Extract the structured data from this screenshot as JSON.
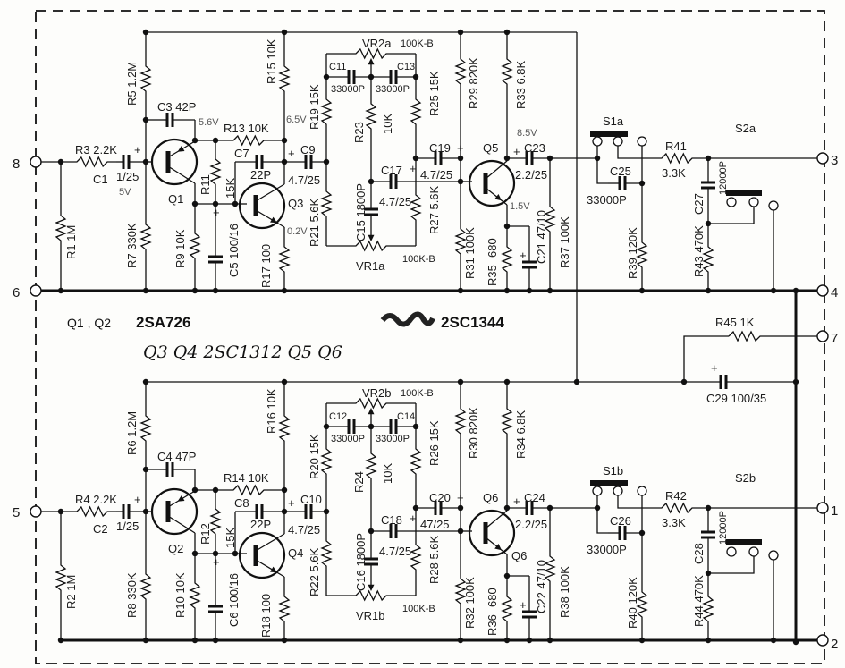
{
  "terminals": {
    "t8": "8",
    "t6": "6",
    "t5": "5",
    "t3": "3",
    "t4": "4",
    "t7": "7",
    "t1": "1",
    "t2": "2"
  },
  "notes": {
    "q1q2": "Q1 , Q2",
    "q1q2_type": "2SA726",
    "q5q6_type": "2SC1344",
    "handwritten": "Q3 Q4 2SC1312 Q5 Q6"
  },
  "shared": {
    "R45": "R45 1K",
    "C29": "C29 100/35",
    "plus": "+"
  },
  "voltages_a": {
    "v_c1": "5V",
    "v_q1e": "5.6V",
    "v_q3c": "6.5V",
    "v_q3e": "0.2V",
    "v_q5c": "8.5V",
    "v_q5e": "1.5V"
  },
  "channel_a": {
    "R3": "R3 2.2K",
    "C1": "C1",
    "C1_val": "1/25",
    "R1": "R1 1M",
    "R5": "R5 1.2M",
    "C3": "C3 42P",
    "Q1": "Q1",
    "R13": "R13 10K",
    "R11": "R11",
    "R11_val": "15K",
    "R7": "R7 330K",
    "R9": "R9 10K",
    "C5": "C5 100/16",
    "C7": "C7",
    "C7_val": "22P",
    "Q3": "Q3",
    "R15": "R15 10K",
    "R17": "R17 100",
    "C9": "C9",
    "C9_val": "4.7/25",
    "R19": "R19 15K",
    "R21": "R21 5.6K",
    "C11": "C11",
    "C11_val": "33000P",
    "C13": "C13",
    "C13_val": "33000P",
    "VR2": "VR2a",
    "VR2_val": "100K-B",
    "R23": "R23",
    "R23_val": "10K",
    "C17": "C17",
    "C17_val": "4.7/25",
    "C15": "C15 1800P",
    "VR1": "VR1a",
    "VR1_val": "100K-B",
    "R25": "R25 15K",
    "R27": "R27 5.6K",
    "C19": "C19",
    "C19_val": "4.7/25",
    "Q5": "Q5",
    "R29": "R29 820K",
    "R33": "R33 6.8K",
    "C23": "C23",
    "C23_val": "2.2/25",
    "R31": "R31 100K",
    "R35": "R35",
    "R35_val": "680",
    "C21": "C21 47/10",
    "R37": "R37 100K",
    "S1": "S1a",
    "C25": "C25",
    "C25_val": "33000P",
    "R39": "R39 120K",
    "R41": "R41",
    "R41_val": "3.3K",
    "C27": "C27",
    "C27_val": "12000P",
    "R43": "R43 470K",
    "S2": "S2a",
    "plus": "+"
  },
  "channel_b": {
    "R3": "R4 2.2K",
    "C1": "C2",
    "C1_val": "1/25",
    "R1": "R2 1M",
    "R5": "R6 1.2M",
    "C3": "C4 47P",
    "Q1": "Q2",
    "R13": "R14 10K",
    "R11": "R12",
    "R11_val": "15K",
    "R7": "R8 330K",
    "R9": "R10 10K",
    "C5": "C6 100/16",
    "C7": "C8",
    "C7_val": "22P",
    "Q3": "Q4",
    "R15": "R16 10K",
    "R17": "R18 100",
    "C9": "C10",
    "C9_val": "4.7/25",
    "R19": "R20 15K",
    "R21": "R22 5.6K",
    "C11": "C12",
    "C11_val": "33000P",
    "C13": "C14",
    "C13_val": "33000P",
    "VR2": "VR2b",
    "VR2_val": "100K-B",
    "R23": "R24",
    "R23_val": "10K",
    "C17": "C18",
    "C17_val": "4.7/25",
    "C15": "C16 1800P",
    "VR1": "VR1b",
    "VR1_val": "100K-B",
    "R25": "R26 15K",
    "R27": "R28 5.6K",
    "C19": "C20",
    "C19_val": "47/25",
    "Q5": "Q6",
    "R29": "R30 820K",
    "R33": "R34 6.8K",
    "C23": "C24",
    "C23_val": "2.2/25",
    "R31": "R32 100K",
    "R35": "R36",
    "R35_val": "680",
    "C21": "C22 47/10",
    "R37": "R38 100K",
    "S1": "S1b",
    "C25": "C26",
    "C25_val": "33000P",
    "R39": "R40 120K",
    "R41": "R42",
    "R41_val": "3.3K",
    "C27": "C28",
    "C27_val": "12000P",
    "R43": "R44 470K",
    "S2": "S2b",
    "plus": "+",
    "Q5_extra": "Q6"
  }
}
